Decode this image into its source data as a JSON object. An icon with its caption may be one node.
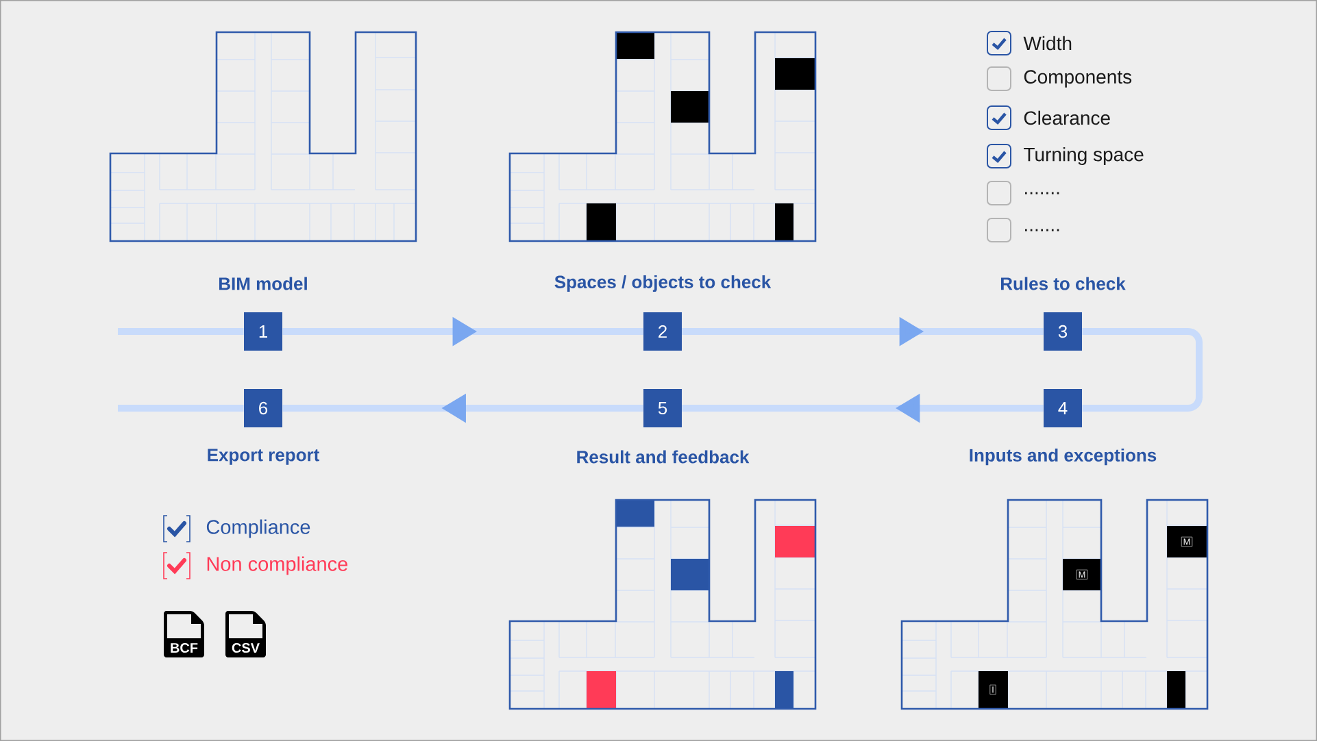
{
  "diagram": {
    "nodes": [
      {
        "text": [
          "1"
        ],
        "beside": [
          "BIM model"
        ]
      },
      {
        "text": [
          "2"
        ],
        "beside": [
          "Spaces / objects to check"
        ]
      },
      {
        "text": [
          "3"
        ],
        "beside": [
          "Rules to check"
        ]
      },
      {
        "text": [
          "4"
        ],
        "beside": [
          "Inputs and exceptions"
        ]
      },
      {
        "text": [
          "5"
        ],
        "beside": [
          "Result and feedback"
        ]
      },
      {
        "text": [
          "6"
        ],
        "beside": [
          "Export report"
        ]
      }
    ],
    "edges": [
      {
        "from": null,
        "to": 0,
        "arrow": "none"
      },
      {
        "from": 0,
        "to": 1,
        "arrow": "to"
      },
      {
        "from": 1,
        "to": 2,
        "arrow": "to"
      },
      {
        "from": 2,
        "to": 3,
        "arrow": "none"
      },
      {
        "from": 3,
        "to": 4,
        "arrow": "to"
      },
      {
        "from": 4,
        "to": 5,
        "arrow": "to"
      },
      {
        "from": 5,
        "to": null,
        "arrow": "none"
      }
    ],
    "labels": [
      "Width",
      "Components",
      "Clearance",
      "Turning space",
      ".......",
      ".......",
      "M",
      "M",
      "BCF",
      "CSV",
      "I"
    ],
    "legend": [
      {
        "text": "Compliance"
      },
      {
        "text": "Non compliance"
      }
    ]
  }
}
